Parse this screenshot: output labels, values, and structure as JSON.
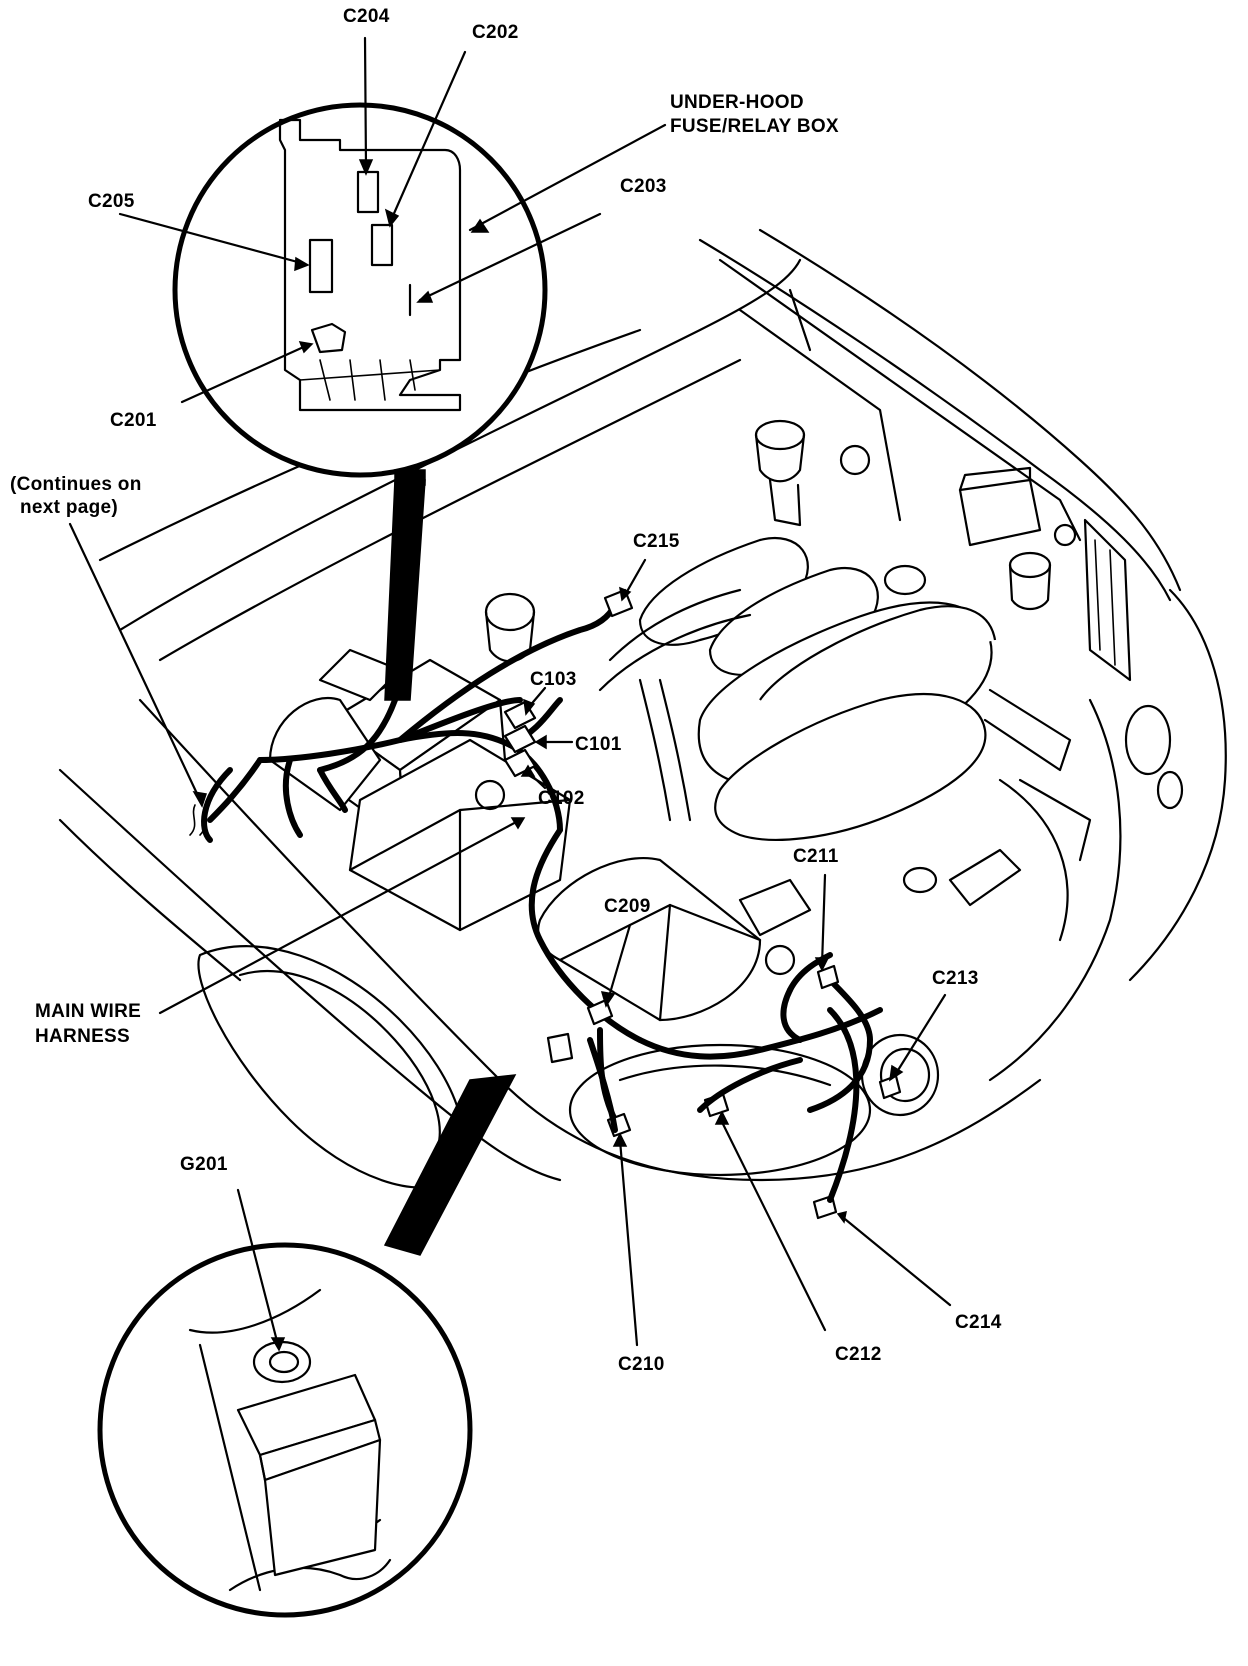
{
  "labels": {
    "c204": "C204",
    "c202": "C202",
    "under_hood_1": "UNDER-HOOD",
    "under_hood_2": "FUSE/RELAY BOX",
    "c205": "C205",
    "c203": "C203",
    "c201": "C201",
    "continues_1": "(Continues on",
    "continues_2": "next  page)",
    "c215": "C215",
    "c103": "C103",
    "c101": "C101",
    "c102": "C102",
    "c211": "C211",
    "c209": "C209",
    "c213": "C213",
    "main_wire_1": "MAIN WIRE",
    "main_wire_2": "HARNESS",
    "g201": "G201",
    "c214": "C214",
    "c212": "C212",
    "c210": "C210"
  }
}
